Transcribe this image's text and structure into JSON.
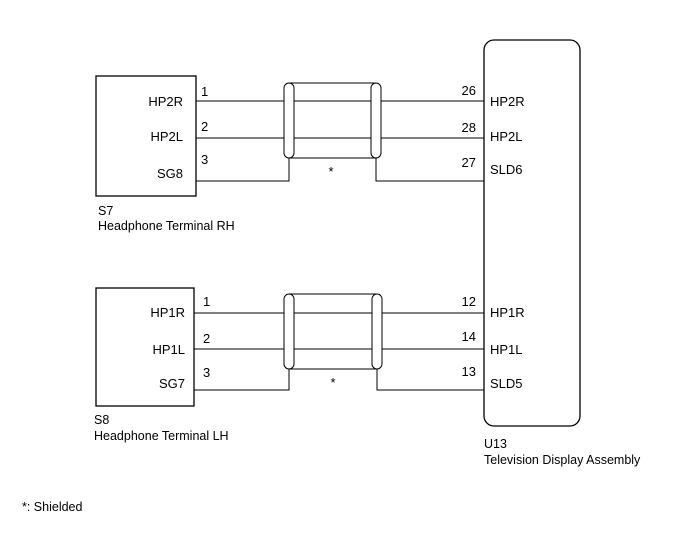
{
  "diagram": {
    "upper_connector": {
      "code": "S7",
      "name": "Headphone Terminal RH",
      "pins": [
        {
          "label": "HP2R",
          "pin": "1",
          "remote_pin": "26",
          "remote_label": "HP2R"
        },
        {
          "label": "HP2L",
          "pin": "2",
          "remote_pin": "28",
          "remote_label": "HP2L"
        },
        {
          "label": "SG8",
          "pin": "3",
          "remote_pin": "27",
          "remote_label": "SLD6"
        }
      ],
      "shield_mark": "*"
    },
    "lower_connector": {
      "code": "S8",
      "name": "Headphone Terminal LH",
      "pins": [
        {
          "label": "HP1R",
          "pin": "1",
          "remote_pin": "12",
          "remote_label": "HP1R"
        },
        {
          "label": "HP1L",
          "pin": "2",
          "remote_pin": "14",
          "remote_label": "HP1L"
        },
        {
          "label": "SG7",
          "pin": "3",
          "remote_pin": "13",
          "remote_label": "SLD5"
        }
      ],
      "shield_mark": "*"
    },
    "assembly": {
      "code": "U13",
      "name": "Television Display Assembly"
    },
    "legend": "*: Shielded"
  }
}
